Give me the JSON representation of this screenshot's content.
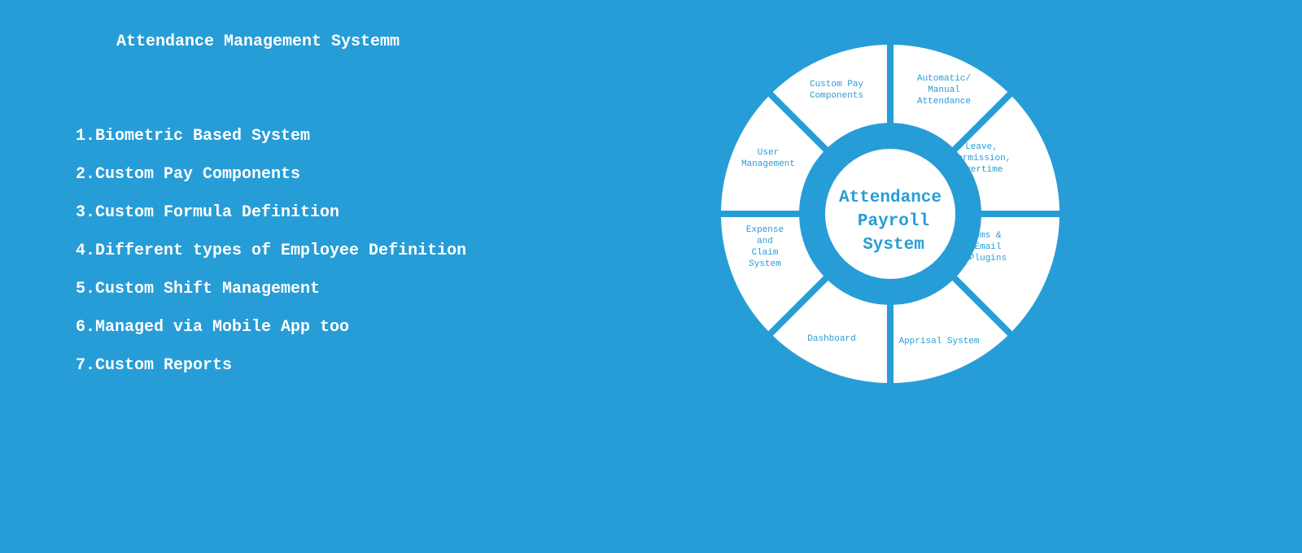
{
  "title": "Attendance Management Systemm",
  "features": [
    "1.Biometric Based System",
    "2.Custom Pay Components",
    "3.Custom Formula Definition",
    "4.Different types of Employee Definition",
    "5.Custom Shift Management",
    "6.Managed via Mobile App too",
    "7.Custom Reports"
  ],
  "diagram": {
    "center": [
      "Attendance",
      "Payroll",
      "System"
    ],
    "segments": [
      [
        "Automatic/",
        "Manual",
        "Attendance"
      ],
      [
        "Leave,",
        "Permission,",
        "Overtime"
      ],
      [
        "Sms &",
        "Email",
        "Plugins"
      ],
      [
        "Apprisal System"
      ],
      [
        "Dashboard"
      ],
      [
        "Expense",
        "and",
        "Claim",
        "System"
      ],
      [
        "User",
        "Management"
      ],
      [
        "Custom Pay",
        "Components"
      ]
    ]
  },
  "colors": {
    "background": "#279dd7",
    "foreground": "#ffffff"
  }
}
